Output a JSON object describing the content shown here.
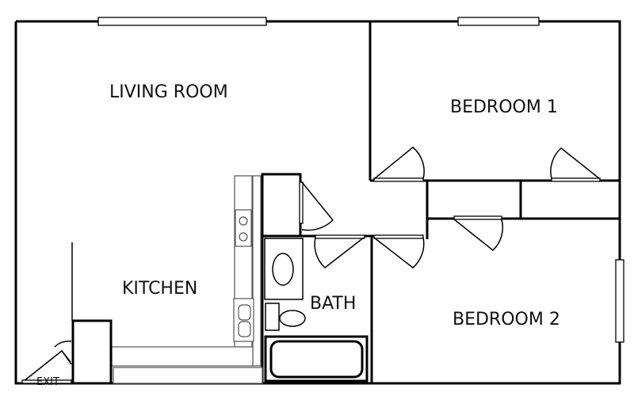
{
  "title": "Apartment floor plan",
  "rooms": {
    "living_room": "LIVING ROOM",
    "bedroom_1": "BEDROOM 1",
    "kitchen": "KITCHEN",
    "bath": "BATH",
    "bedroom_2": "BEDROOM 2"
  },
  "exit_label": "EXIT",
  "colors": {
    "wall": "#000000",
    "fixture": "#555555",
    "background": "#ffffff"
  }
}
